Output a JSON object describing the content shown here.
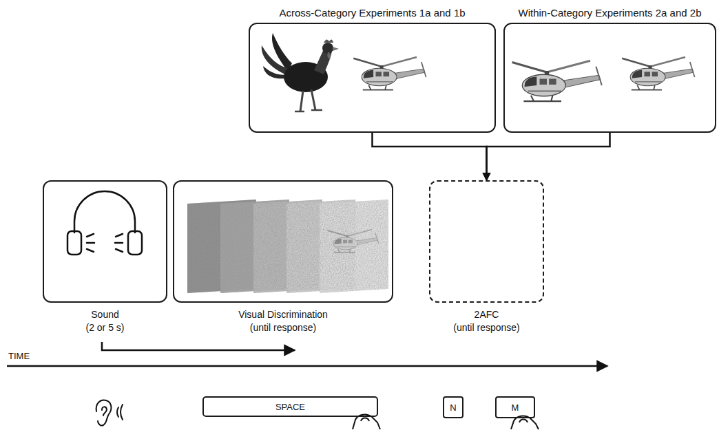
{
  "diagram": {
    "nodes": [
      {
        "text": [
          "Across-Category Experiments 1a and 1b"
        ]
      },
      {
        "text": [
          "Within-Category Experiments 2a and 2b"
        ]
      },
      {
        "text": [
          "Sound",
          "(2 or 5 s)"
        ]
      },
      {
        "text": [
          "Visual Discrimination",
          "(until response)"
        ]
      },
      {
        "text": [
          "2AFC",
          "(until response)"
        ]
      },
      {
        "text": [
          "SPACE"
        ]
      },
      {
        "text": [
          "N"
        ]
      },
      {
        "text": [
          "M"
        ]
      }
    ],
    "edges": [
      {
        "from": 0,
        "to": 4,
        "arrow": "to"
      },
      {
        "from": 1,
        "to": 4,
        "arrow": "to"
      }
    ],
    "labels": [
      "TIME"
    ]
  }
}
